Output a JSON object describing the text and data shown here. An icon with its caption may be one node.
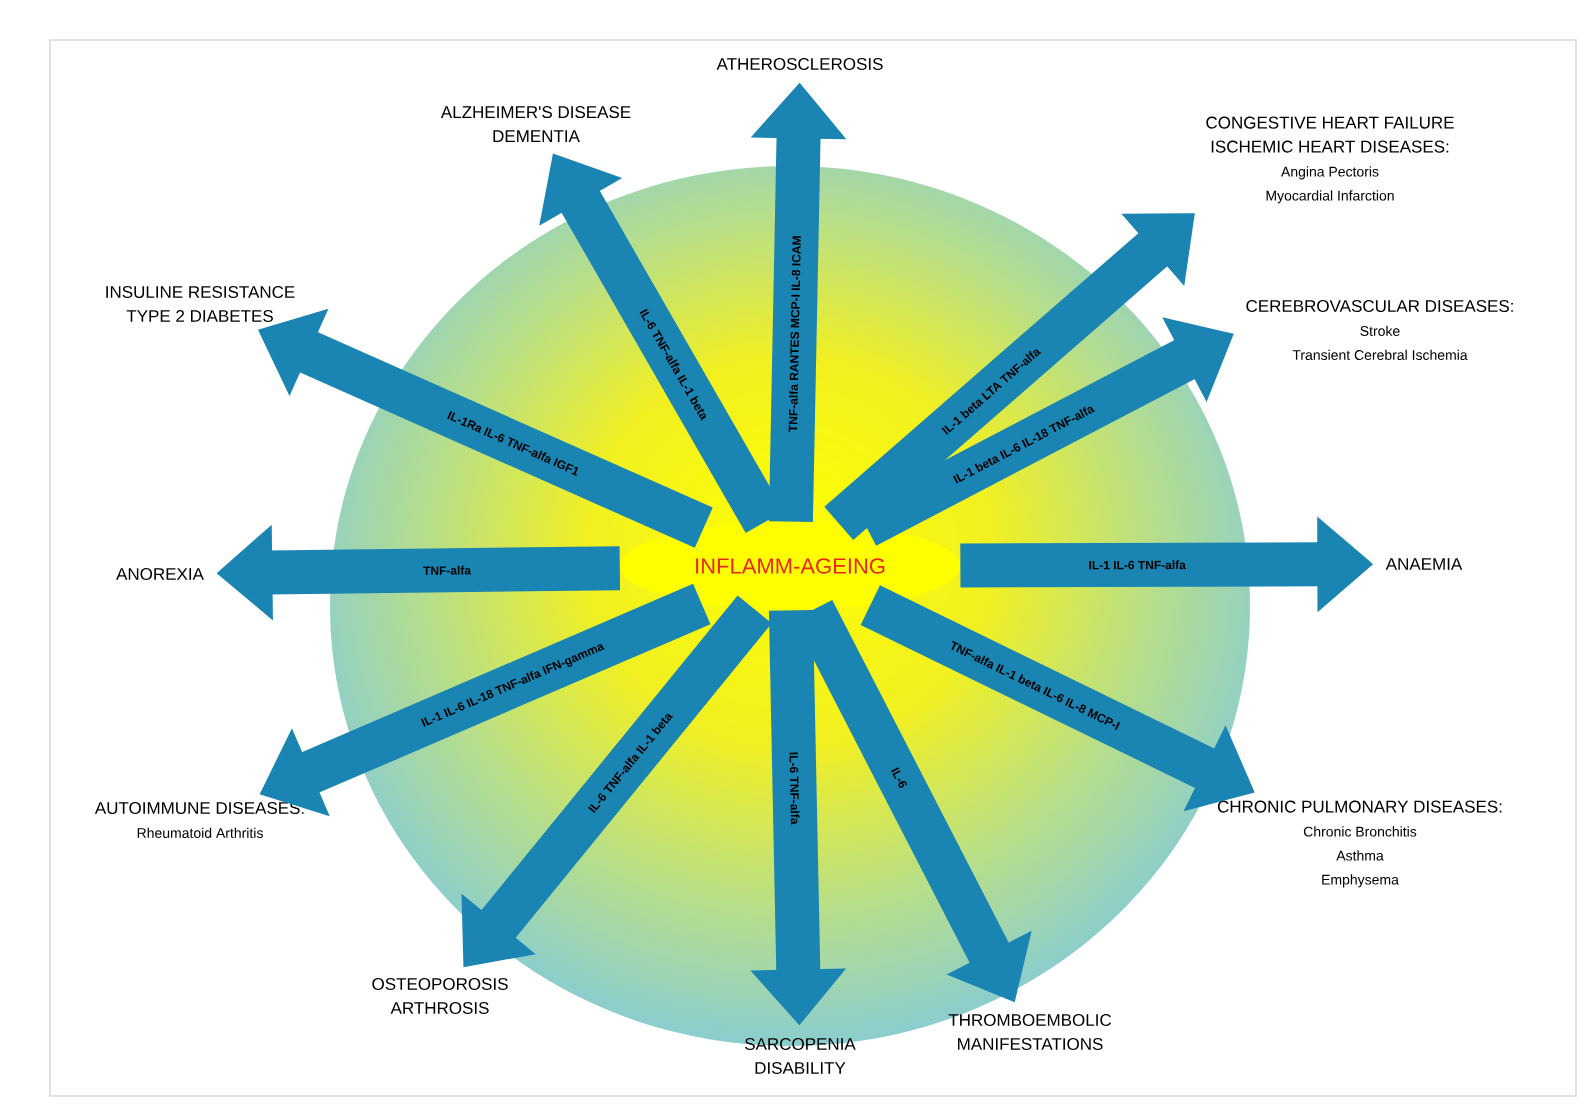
{
  "diagram": {
    "nodes": [
      {
        "text": [
          "INFLAMM-AGEING"
        ]
      },
      {
        "text": [
          "ATHEROSCLEROSIS"
        ]
      },
      {
        "text": [
          "ALZHEIMER'S DISEASE",
          "DEMENTIA"
        ]
      },
      {
        "text": [
          "CONGESTIVE HEART FAILURE",
          "ISCHEMIC HEART DISEASES:",
          "Angina Pectoris",
          "Myocardial Infarction"
        ]
      },
      {
        "text": [
          "INSULINE RESISTANCE",
          "TYPE 2 DIABETES"
        ]
      },
      {
        "text": [
          "CEREBROVASCULAR DISEASES:",
          "Stroke",
          "Transient Cerebral Ischemia"
        ]
      },
      {
        "text": [
          "ANOREXIA"
        ]
      },
      {
        "text": [
          "ANAEMIA"
        ]
      },
      {
        "text": [
          "AUTOIMMUNE DISEASES:",
          "Rheumatoid Arthritis"
        ]
      },
      {
        "text": [
          "CHRONIC PULMONARY DISEASES:",
          "Chronic Bronchitis",
          "Asthma",
          "Emphysema"
        ]
      },
      {
        "text": [
          "OSTEOPOROSIS",
          "ARTHROSIS"
        ]
      },
      {
        "text": [
          "SARCOPENIA",
          "DISABILITY"
        ]
      },
      {
        "text": [
          "THROMBOEMBOLIC MANIFESTATIONS"
        ]
      }
    ],
    "edges": [
      {
        "from": 0,
        "to": 1,
        "arrow": "to",
        "label": "TNF-alfa RANTES MCP-I IL-8 ICAM"
      },
      {
        "from": 0,
        "to": 2,
        "arrow": "to",
        "label": "IL-6 TNF-alfa IL-1 beta"
      },
      {
        "from": 0,
        "to": 3,
        "arrow": "to",
        "label": "IL-1 beta LTA TNF-alfa"
      },
      {
        "from": 0,
        "to": 4,
        "arrow": "to",
        "label": "IL-1Ra IL-6 TNF-alfa IGF1"
      },
      {
        "from": 0,
        "to": 5,
        "arrow": "to",
        "label": "IL-1 beta IL-6 IL-18 TNF-alfa"
      },
      {
        "from": 0,
        "to": 6,
        "arrow": "to",
        "label": "TNF-alfa"
      },
      {
        "from": 0,
        "to": 7,
        "arrow": "to",
        "label": "IL-1 IL-6 TNF-alfa"
      },
      {
        "from": 0,
        "to": 8,
        "arrow": "to",
        "label": "IL-1 IL-6 IL-18 TNF-alfa IFN-gamma"
      },
      {
        "from": 0,
        "to": 9,
        "arrow": "to",
        "label": "TNF-alfa IL-1 beta IL-6 IL-8 MCP-I"
      },
      {
        "from": 0,
        "to": 10,
        "arrow": "to",
        "label": "IL-6 TNF-alfa IL-1 beta"
      },
      {
        "from": 0,
        "to": 11,
        "arrow": "to",
        "label": "IL-6 TNF-alfa"
      },
      {
        "from": 0,
        "to": 12,
        "arrow": "to",
        "label": "IL-6"
      }
    ]
  }
}
